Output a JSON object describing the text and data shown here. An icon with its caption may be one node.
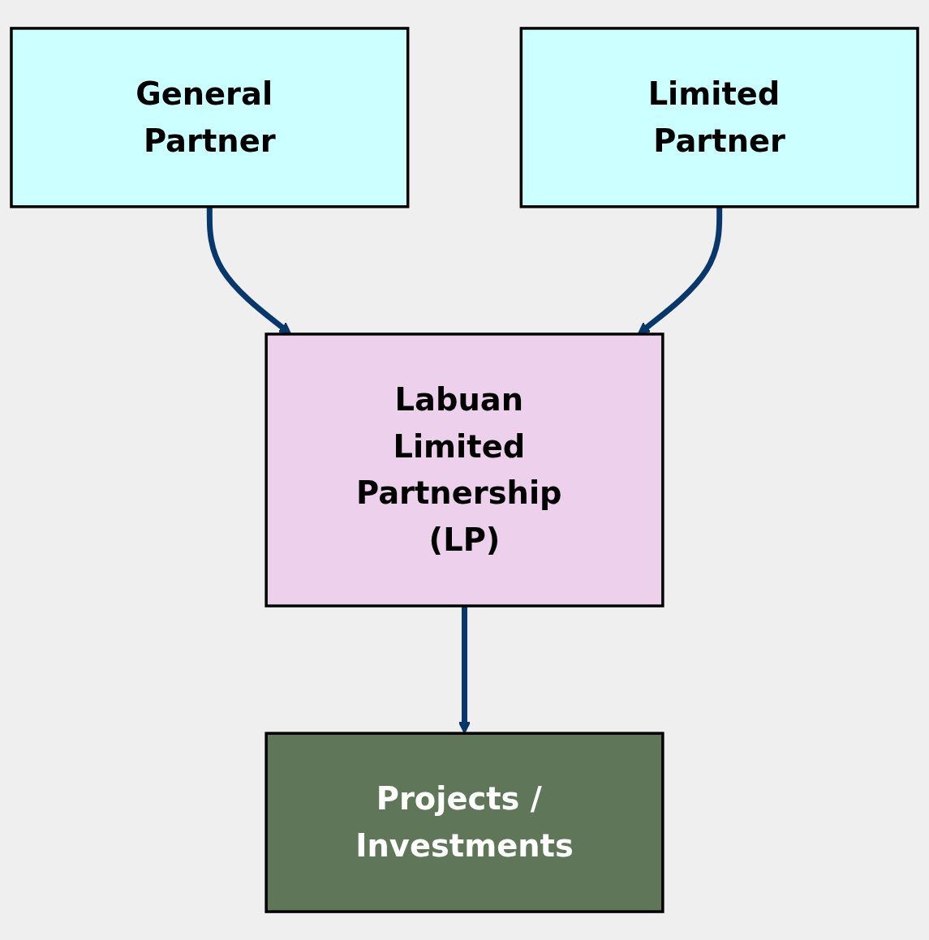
{
  "diagram": {
    "nodes": [
      {
        "text": [
          "General Partner"
        ]
      },
      {
        "text": [
          "Limited Partner"
        ]
      },
      {
        "text": [
          "Labuan Limited Partnership (LP)"
        ]
      },
      {
        "text": [
          "Projects / Investments"
        ]
      }
    ],
    "edges": [
      {
        "from": 0,
        "to": 2,
        "arrow": "to"
      },
      {
        "from": 1,
        "to": 2,
        "arrow": "to"
      },
      {
        "from": 2,
        "to": 3,
        "arrow": "to"
      }
    ]
  }
}
